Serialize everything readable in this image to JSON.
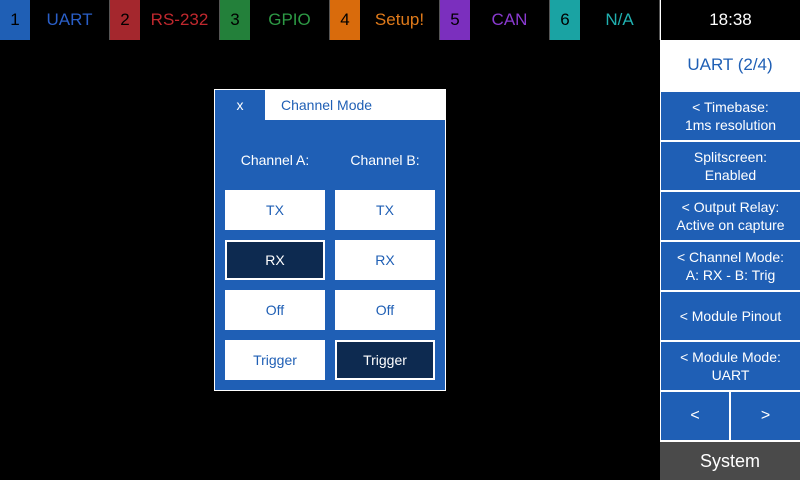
{
  "tabs": [
    {
      "num": "1",
      "label": "UART",
      "accent": "#1f5fb5",
      "text": "#2a5fc8"
    },
    {
      "num": "2",
      "label": "RS-232",
      "accent": "#a4272d",
      "text": "#c0282e"
    },
    {
      "num": "3",
      "label": "GPIO",
      "accent": "#23803a",
      "text": "#2d9a45"
    },
    {
      "num": "4",
      "label": "Setup!",
      "accent": "#d96b0c",
      "text": "#e07a1a"
    },
    {
      "num": "5",
      "label": "CAN",
      "accent": "#7b2fbe",
      "text": "#8a3ad0"
    },
    {
      "num": "6",
      "label": "N/A",
      "accent": "#1aa3a3",
      "text": "#20b0b0"
    }
  ],
  "clock": "18:38",
  "sidebar": {
    "title": "UART (2/4)",
    "buttons": [
      {
        "line1": "< Timebase:",
        "line2": "1ms resolution"
      },
      {
        "line1": "Splitscreen:",
        "line2": "Enabled"
      },
      {
        "line1": "< Output Relay:",
        "line2": "Active on capture"
      },
      {
        "line1": "< Channel Mode:",
        "line2": "A: RX - B: Trig"
      },
      {
        "line1": "< Module Pinout",
        "line2": ""
      },
      {
        "line1": "< Module Mode:",
        "line2": "UART"
      }
    ],
    "prev": "<",
    "next": ">",
    "system": "System"
  },
  "dialog": {
    "close": "x",
    "title": "Channel Mode",
    "channel_a": "Channel A:",
    "channel_b": "Channel B:",
    "options_a": [
      "TX",
      "RX",
      "Off",
      "Trigger"
    ],
    "options_b": [
      "TX",
      "RX",
      "Off",
      "Trigger"
    ],
    "selected_a": "RX",
    "selected_b": "Trigger"
  }
}
